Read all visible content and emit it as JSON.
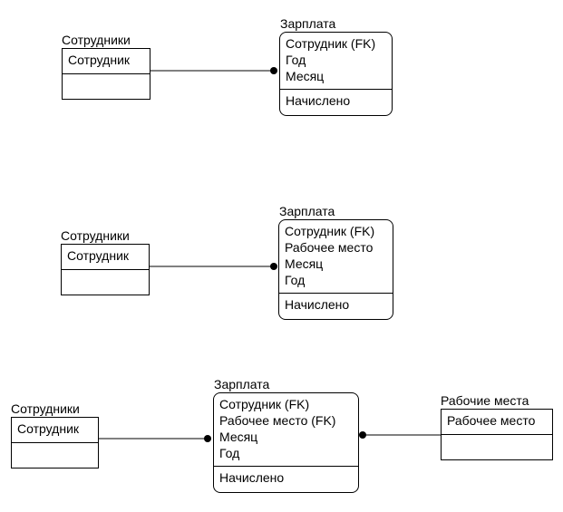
{
  "diagrams": [
    {
      "entities": [
        {
          "title": "Сотрудники",
          "keys": [
            "Сотрудник"
          ],
          "attributes": []
        },
        {
          "title": "Зарплата",
          "keys": [
            "Сотрудник (FK)",
            "Год",
            "Месяц"
          ],
          "attributes": [
            "Начислено"
          ]
        }
      ]
    },
    {
      "entities": [
        {
          "title": "Сотрудники",
          "keys": [
            "Сотрудник"
          ],
          "attributes": []
        },
        {
          "title": "Зарплата",
          "keys": [
            "Сотрудник (FK)",
            "Рабочее место",
            "Месяц",
            "Год"
          ],
          "attributes": [
            "Начислено"
          ]
        }
      ]
    },
    {
      "entities": [
        {
          "title": "Сотрудники",
          "keys": [
            "Сотрудник"
          ],
          "attributes": []
        },
        {
          "title": "Зарплата",
          "keys": [
            "Сотрудник (FK)",
            "Рабочее место (FK)",
            "Месяц",
            "Год"
          ],
          "attributes": [
            "Начислено"
          ]
        },
        {
          "title": "Рабочие места",
          "keys": [
            "Рабочее место"
          ],
          "attributes": []
        }
      ]
    }
  ]
}
